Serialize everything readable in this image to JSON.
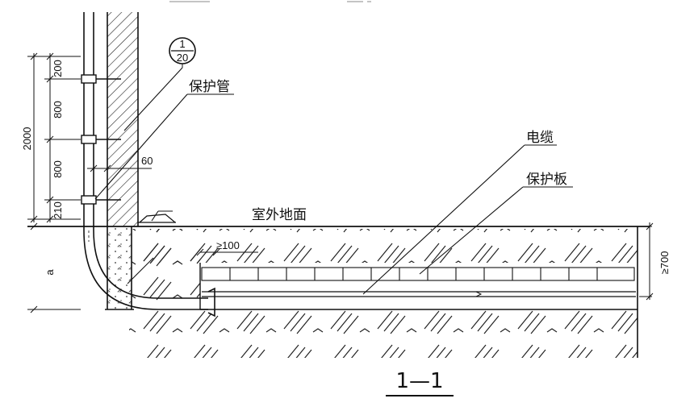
{
  "detail_mark": {
    "top": "1",
    "bottom": "20"
  },
  "labels": {
    "protective_pipe": "保护管",
    "cable": "电缆",
    "protective_board": "保护板",
    "outdoor_ground": "室外地面"
  },
  "dimensions": {
    "total_height": "2000",
    "seg_top": "200",
    "seg_upper": "800",
    "seg_lower": "800",
    "seg_bottom": "210",
    "clearance": "60",
    "overlap": "≥100",
    "depth": "≥700",
    "bend": "a"
  },
  "section_title": "1—1"
}
